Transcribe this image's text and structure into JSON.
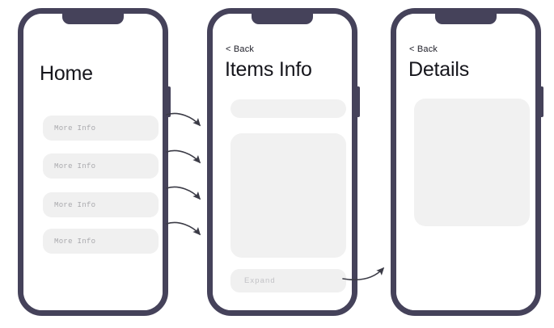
{
  "diagram": {
    "type": "mobile-app-flow-wireframe",
    "background_color": "#ffffff",
    "frame_color": "#45425a",
    "placeholder_color": "#f0f0f0",
    "arrow_color": "#3b3b46"
  },
  "screens": [
    {
      "id": "home",
      "name": "Home screen",
      "title": "Home",
      "has_back": false,
      "items": [
        {
          "label": "More Info"
        },
        {
          "label": "More Info"
        },
        {
          "label": "More Info"
        },
        {
          "label": "More Info"
        }
      ]
    },
    {
      "id": "items-info",
      "name": "Items Info screen",
      "back_label": "< Back",
      "title": "Items Info",
      "has_back": true,
      "blocks": [
        {
          "kind": "bar",
          "label": ""
        },
        {
          "kind": "content",
          "label": ""
        }
      ],
      "action": {
        "label": "Expand"
      }
    },
    {
      "id": "details",
      "name": "Details screen",
      "back_label": "< Back",
      "title": "Details",
      "has_back": true,
      "blocks": [
        {
          "kind": "content",
          "label": ""
        }
      ]
    }
  ],
  "connections": [
    {
      "from": "home.item.1",
      "to": "items-info"
    },
    {
      "from": "home.item.2",
      "to": "items-info"
    },
    {
      "from": "home.item.3",
      "to": "items-info"
    },
    {
      "from": "home.item.4",
      "to": "items-info"
    },
    {
      "from": "items-info.expand",
      "to": "details"
    }
  ]
}
